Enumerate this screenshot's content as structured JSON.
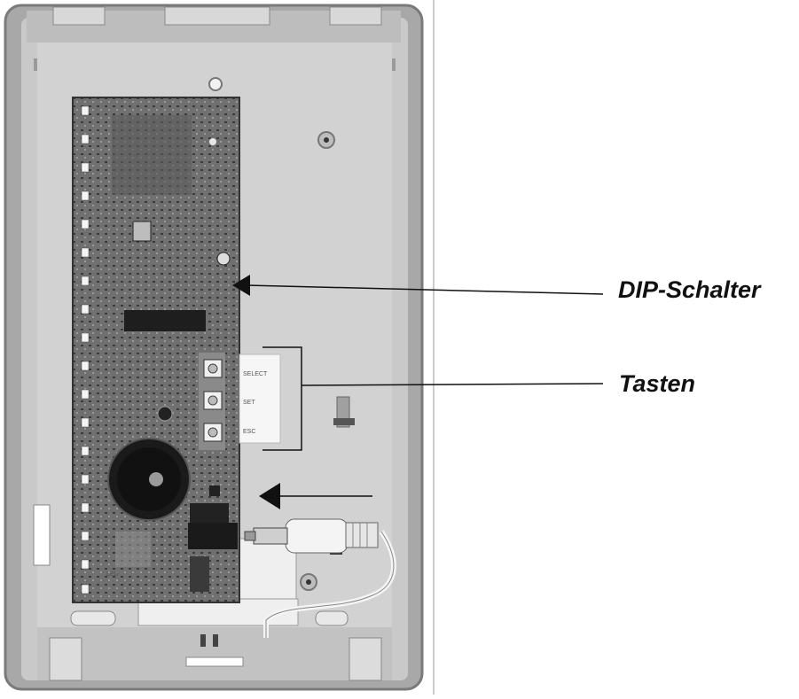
{
  "labels": {
    "dip_switch": "DIP-Schalter",
    "buttons": "Tasten"
  },
  "button_legends": [
    "SELECT",
    "SET",
    "ESC"
  ],
  "colors": {
    "background": "#ffffff",
    "housing": "#cfcfcf",
    "housing_dark": "#9a9a9a",
    "pcb": "#6e6e6e",
    "buzzer": "#1c1c1c",
    "line": "#111111"
  }
}
